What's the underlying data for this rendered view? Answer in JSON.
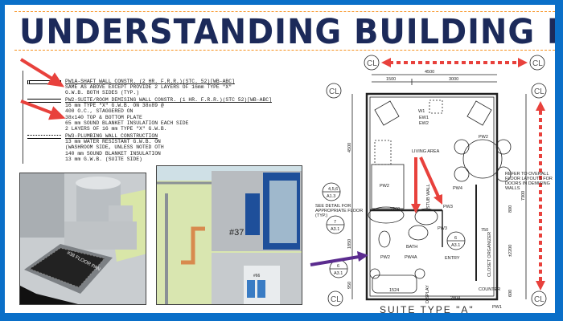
{
  "title": "UNDERSTANDING BUILDING PLANS",
  "colors": {
    "frame": "#0a6fc8",
    "title": "#1c2a5a",
    "dash": "#f7901e",
    "arrow_red": "#e8413c",
    "arrow_purple": "#5b2c8f"
  },
  "legend": [
    {
      "heading": "PW1A-SHAFT WALL CONSTR. (2 HR. F.R.R.)(STC. 52)[WB-ABC]",
      "lines": [
        "SAME AS ABOVE EXCEPT PROVIDE 2 LAYERS OF 16mm TYPE \"X\"",
        "G.W.B. BOTH SIDES (TYP.)"
      ]
    },
    {
      "heading": "PW2-SUITE/ROOM DEMISING WALL CONSTR. (1 HR. F.R.R.)(STC 52)[WB-ABC]",
      "lines": [
        "16 mm TYPE \"X\" G.W.B.  ON 38x89 @",
        "400 O.C., STAGGERED ON",
        "38x140 TOP & BOTTOM PLATE",
        "65 mm SOUND BLANKET INSULATION EACH SIDE",
        "2 LAYERS OF 16 mm TYPE \"X\" G.W.B."
      ]
    },
    {
      "heading": "PW3-PLUMBING WALL CONSTRUCTION",
      "lines": [
        "13 mm WATER RESISTANT G.W.B.  ON",
        "(WASHROOM SIDE, UNLESS NOTED OTH",
        "140 mm SOUND BLANKET INSULATION",
        "13 mm G.W.B. (SUITE SIDE)"
      ]
    }
  ],
  "renders": {
    "left_label": "#38 FLOOR PAN",
    "right_label": "#37",
    "right_label2": "#66"
  },
  "plan": {
    "grid": "CL",
    "dims": [
      "4500",
      "1500",
      "3000",
      "4500",
      "7300",
      "2200",
      "800",
      "750",
      "±2200",
      "600",
      "1850",
      "950",
      "1524",
      "2804"
    ],
    "tags": [
      "W1",
      "EW1",
      "EW2",
      "PW2",
      "PW2",
      "PW4",
      "PW3",
      "PW3",
      "PW2",
      "PW4A",
      "PW1"
    ],
    "labels": {
      "living": "LIVING AREA",
      "bath": "BATH",
      "entry": "ENTRY",
      "stub": "STUB WALL",
      "closet": "CLOSET ORGANIZER",
      "counter": "COUNTER",
      "display": "DISPLAY",
      "refer": [
        "REFER TO OVERALL",
        "FLOOR LAYOUTS FOR",
        "DOORS IN DEMISING",
        "WALLS"
      ],
      "see": [
        "SEE DETAIL FOR",
        "APPROPRIATE FLOOR",
        "(TYP.)"
      ],
      "suite": "SUITE TYPE \"A\""
    },
    "callouts": [
      {
        "top": "4,5,6",
        "bottom": "A1.3"
      },
      {
        "top": "7",
        "bottom": "A3.1"
      },
      {
        "top": "6",
        "bottom": "A3.1"
      },
      {
        "top": "6",
        "bottom": "A3.1"
      }
    ]
  }
}
